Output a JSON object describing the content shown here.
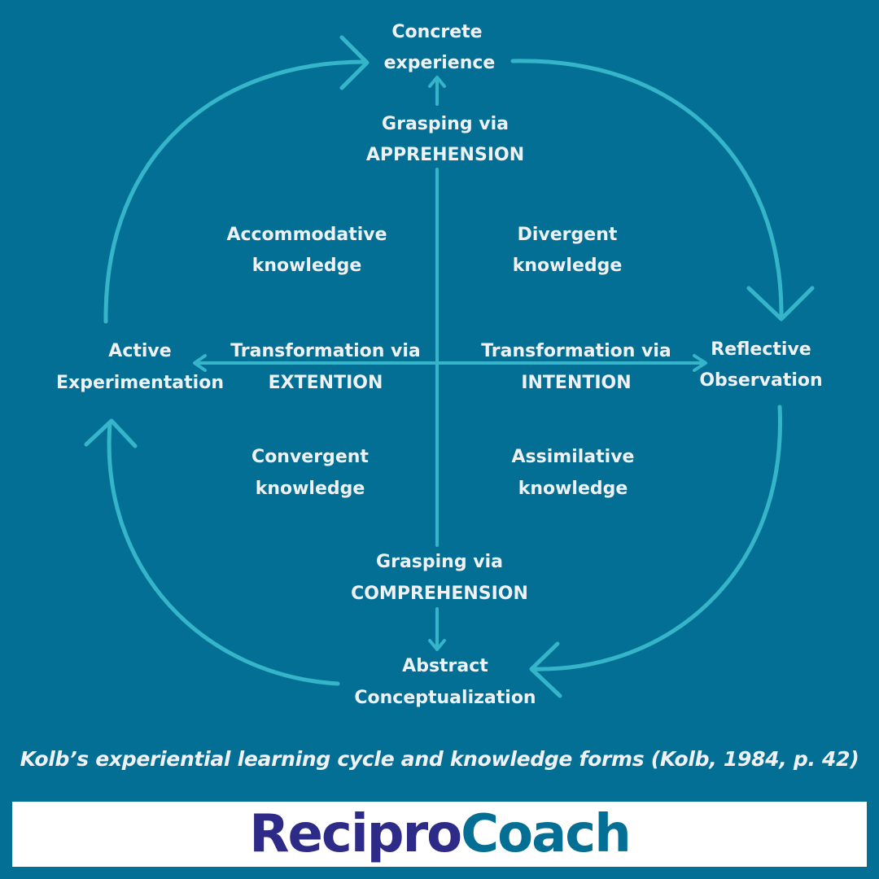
{
  "colors": {
    "background": "#036F95",
    "lines": "#35B5C9",
    "text": "#EEF2F5",
    "logo_primary": "#2E2A87",
    "logo_secondary": "#036F95"
  },
  "nodes": {
    "concrete": [
      "Concrete",
      "experience"
    ],
    "reflective": [
      "Reflective",
      "Observation"
    ],
    "abstract": [
      "Abstract",
      "Conceptualization"
    ],
    "active": [
      "Active",
      "Experimentation"
    ]
  },
  "axes": {
    "apprehension": [
      "Grasping via",
      "APPREHENSION"
    ],
    "comprehension": [
      "Grasping via",
      "COMPREHENSION"
    ],
    "extention": [
      "Transformation via",
      "EXTENTION"
    ],
    "intention": [
      "Transformation via",
      "INTENTION"
    ]
  },
  "quadrants": {
    "accommodative": [
      "Accommodative",
      "knowledge"
    ],
    "divergent": [
      "Divergent",
      "knowledge"
    ],
    "convergent": [
      "Convergent",
      "knowledge"
    ],
    "assimilative": [
      "Assimilative",
      "knowledge"
    ]
  },
  "caption": "Kolb’s experiential learning cycle and knowledge forms (Kolb, 1984, p. 42)",
  "logo": {
    "part1": "Recipro",
    "part2": "Coach"
  }
}
